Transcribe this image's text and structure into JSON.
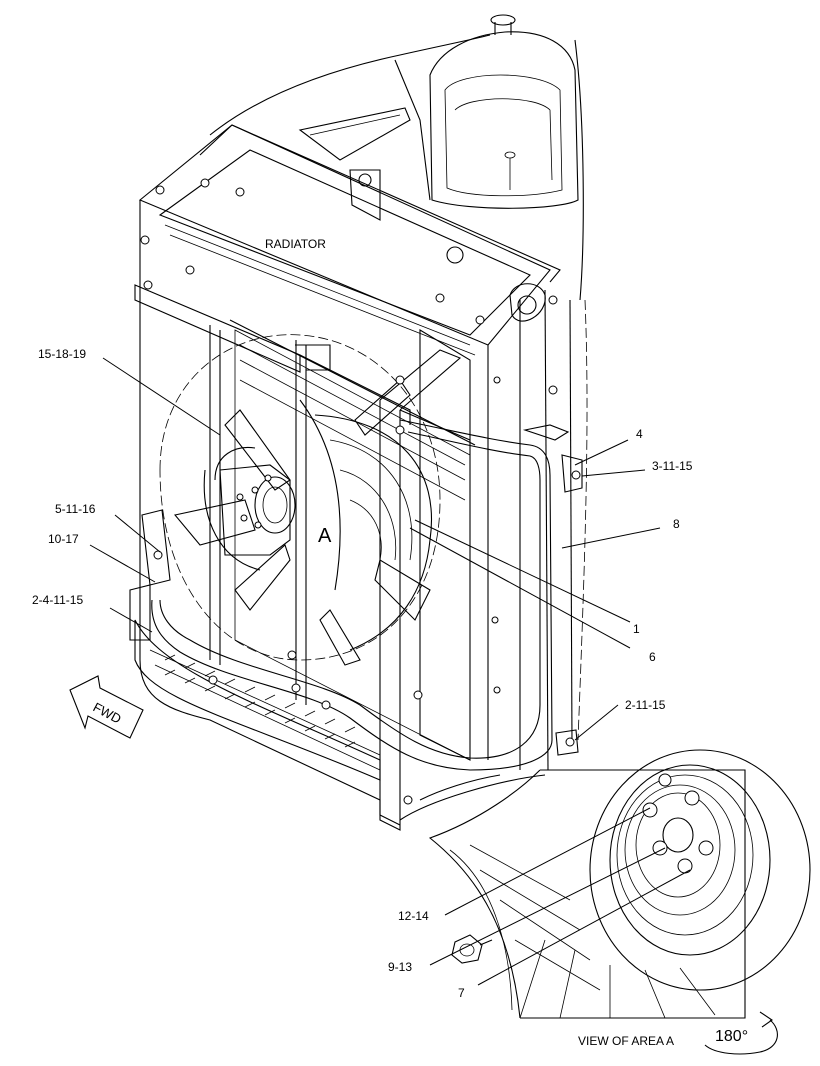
{
  "labels": {
    "radiator": "RADIATOR",
    "area_letter": "A",
    "fwd": "FWD",
    "view_of_area": "VIEW OF AREA A",
    "rotation": "180°"
  },
  "callouts": [
    "15-18-19",
    "5-11-16",
    "10-17",
    "2-4-11-15",
    "4",
    "3-11-15",
    "8",
    "1",
    "6",
    "2-11-15",
    "12-14",
    "9-13",
    "7"
  ],
  "colors": {
    "ink": "#000000",
    "paper": "#ffffff"
  },
  "icons": [
    "fwd-arrow-icon",
    "rotate-arrow-icon"
  ]
}
